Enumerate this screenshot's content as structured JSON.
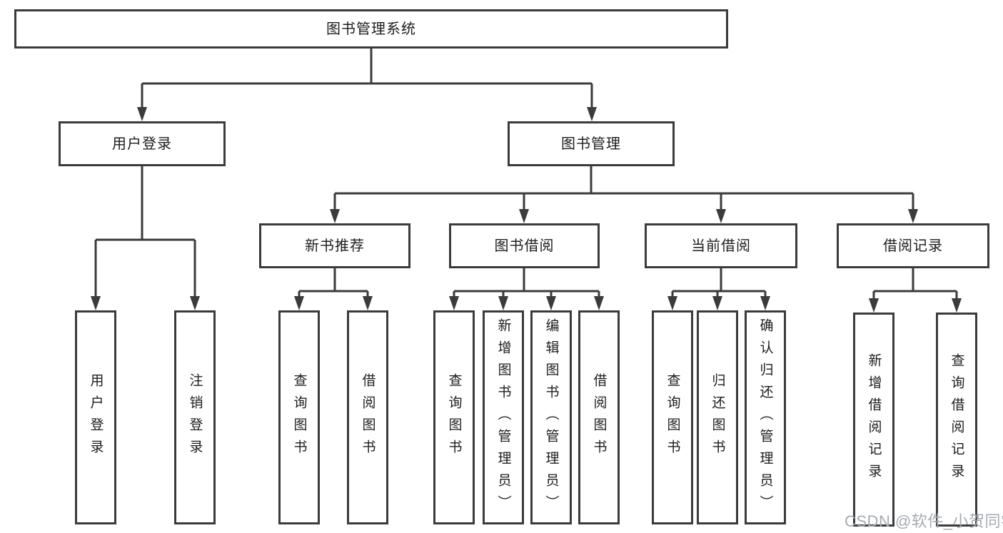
{
  "nodes": {
    "root": "图书管理系统",
    "user_login": "用户登录",
    "book_mgmt": "图书管理",
    "new_book": "新书推荐",
    "book_borrow": "图书借阅",
    "current_borrow": "当前借阅",
    "borrow_record": "借阅记录"
  },
  "leaves": {
    "user_login": [
      "用户登录",
      "注销登录"
    ],
    "new_book": [
      "查询图书",
      "借阅图书"
    ],
    "book_borrow": [
      "查询图书",
      "新增图书（管理员）",
      "编辑图书（管理员）",
      "借阅图书"
    ],
    "current_borrow": [
      "查询图书",
      "归还图书",
      "确认归还（管理员）"
    ],
    "borrow_record": [
      "新增借阅记录",
      "查询借阅记录"
    ]
  },
  "watermark": "CSDN @软件_小贺同学",
  "colors": {
    "line": "#3b3b3b",
    "text": "#1c1c1c",
    "background": "#ffffff",
    "watermark": "#a6abb2"
  }
}
